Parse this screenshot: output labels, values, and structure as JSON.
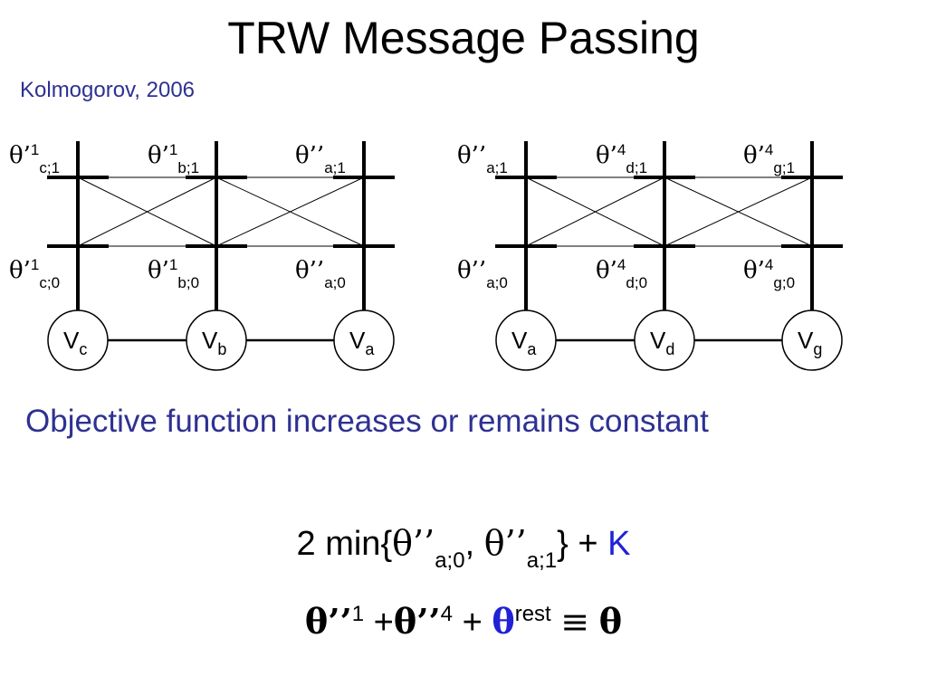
{
  "title": "TRW Message Passing",
  "subtitle": "Kolmogorov, 2006",
  "left_graph": {
    "labels_top": [
      {
        "theta": "θ’",
        "sup": "1",
        "sub": "c;1"
      },
      {
        "theta": "θ’",
        "sup": "1",
        "sub": "b;1"
      },
      {
        "theta": "θ’’",
        "sup": "",
        "sub": "a;1"
      }
    ],
    "labels_bottom": [
      {
        "theta": "θ’",
        "sup": "1",
        "sub": "c;0"
      },
      {
        "theta": "θ’",
        "sup": "1",
        "sub": "b;0"
      },
      {
        "theta": "θ’’",
        "sup": "",
        "sub": "a;0"
      }
    ],
    "nodes": [
      {
        "main": "V",
        "sub": "c"
      },
      {
        "main": "V",
        "sub": "b"
      },
      {
        "main": "V",
        "sub": "a"
      }
    ]
  },
  "right_graph": {
    "labels_top": [
      {
        "theta": "θ’’",
        "sup": "",
        "sub": "a;1"
      },
      {
        "theta": "θ’",
        "sup": "4",
        "sub": "d;1"
      },
      {
        "theta": "θ’",
        "sup": "4",
        "sub": "g;1"
      }
    ],
    "labels_bottom": [
      {
        "theta": "θ’’",
        "sup": "",
        "sub": "a;0"
      },
      {
        "theta": "θ’",
        "sup": "4",
        "sub": "d;0"
      },
      {
        "theta": "θ’",
        "sup": "4",
        "sub": "g;0"
      }
    ],
    "nodes": [
      {
        "main": "V",
        "sub": "a"
      },
      {
        "main": "V",
        "sub": "d"
      },
      {
        "main": "V",
        "sub": "g"
      }
    ]
  },
  "statement": "Objective function increases or remains constant",
  "formula1": {
    "prefix": "2 min{",
    "t1": "θ’’",
    "s1": "a;0",
    "comma": ",",
    "t2": "θ’’",
    "s2": "a;1",
    "suffix": "} +",
    "k": "K"
  },
  "formula2": {
    "t1": "θ’’",
    "sup1": "1",
    "plus1": "+",
    "t2": "θ’’",
    "sup2": "4",
    "plus2": "+",
    "t3": "θ",
    "sup3": "rest",
    "equiv": "≡",
    "t4": "θ"
  }
}
